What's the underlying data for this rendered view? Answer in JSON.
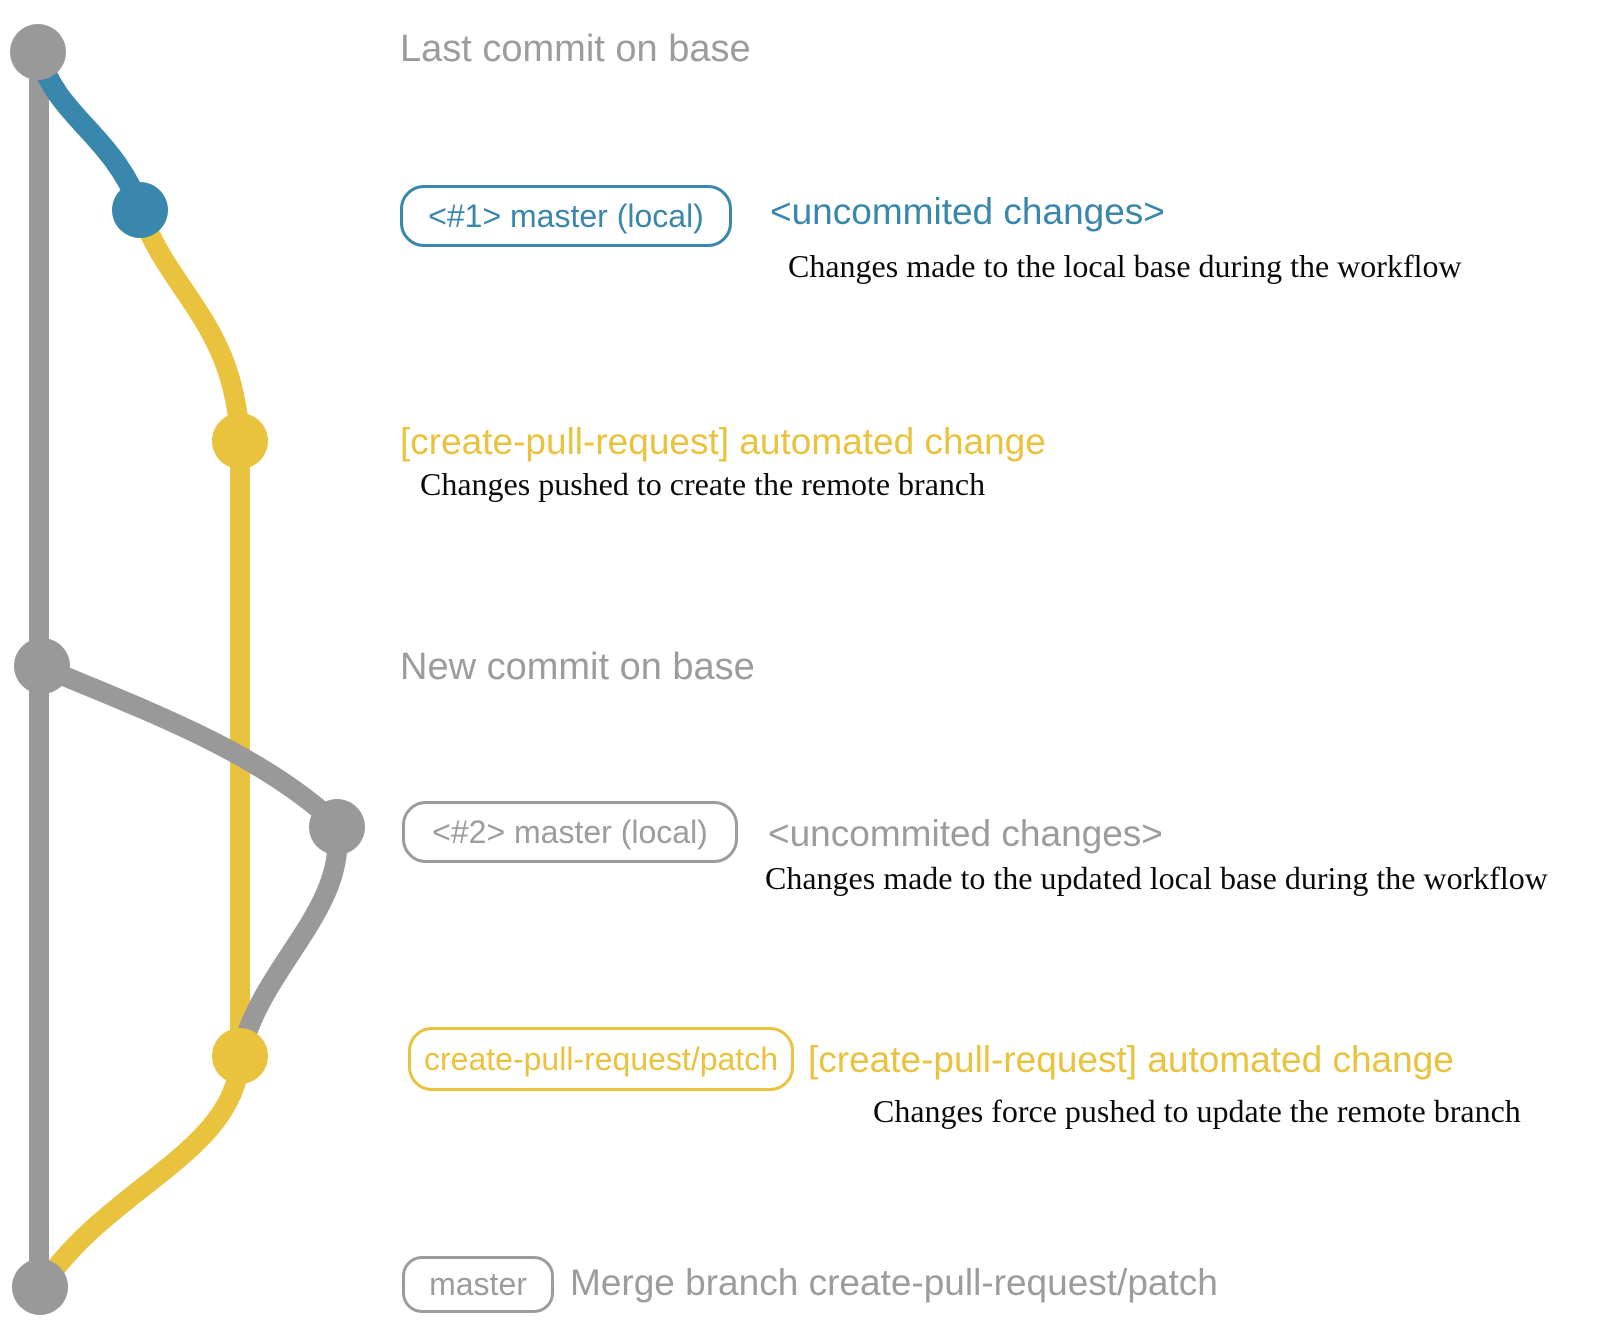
{
  "colors": {
    "base_gray": "#999999",
    "local_blue": "#3a87ad",
    "remote_yellow": "#e9c23e",
    "heading_gray": "#9c9c9c",
    "desc_black": "#0a0a0a"
  },
  "rows": [
    {
      "text": "Last commit on base"
    },
    {
      "badge": "<#1> master (local)",
      "title": "<uncommited changes>",
      "desc": "Changes made to the local base during the workflow"
    },
    {
      "title": "[create-pull-request] automated change",
      "desc": "Changes pushed to create the remote branch"
    },
    {
      "text": "New commit on base"
    },
    {
      "badge": "<#2> master (local)",
      "title": "<uncommited changes>",
      "desc": "Changes made to the updated local base during the workflow"
    },
    {
      "badge": "create-pull-request/patch",
      "title": "[create-pull-request] automated change",
      "desc": "Changes force pushed to update the remote branch"
    },
    {
      "badge": "master",
      "title": "Merge branch create-pull-request/patch"
    }
  ]
}
